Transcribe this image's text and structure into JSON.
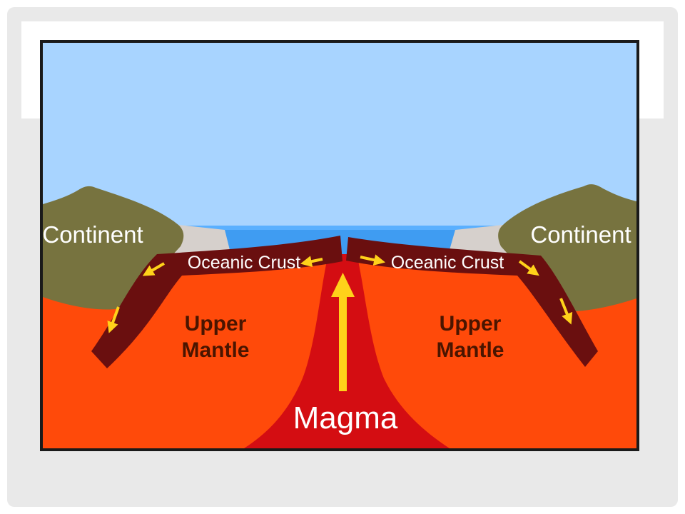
{
  "diagram": {
    "labels": {
      "continent_left": "Continent",
      "continent_right": "Continent",
      "crust_left": "Oceanic Crust",
      "crust_right": "Oceanic Crust",
      "mantle_left_line1": "Upper",
      "mantle_left_line2": "Mantle",
      "mantle_right_line1": "Upper",
      "mantle_right_line2": "Mantle",
      "magma": "Magma"
    },
    "colors": {
      "sky": "#a8d4ff",
      "ocean": "#3f9cf2",
      "continent": "#77733f",
      "mantle": "#ff4a0a",
      "crust": "#6a0f0f",
      "magma_plume": "#d40d12",
      "arrow": "#ffd21a",
      "shelf": "#d6d0cc"
    }
  }
}
